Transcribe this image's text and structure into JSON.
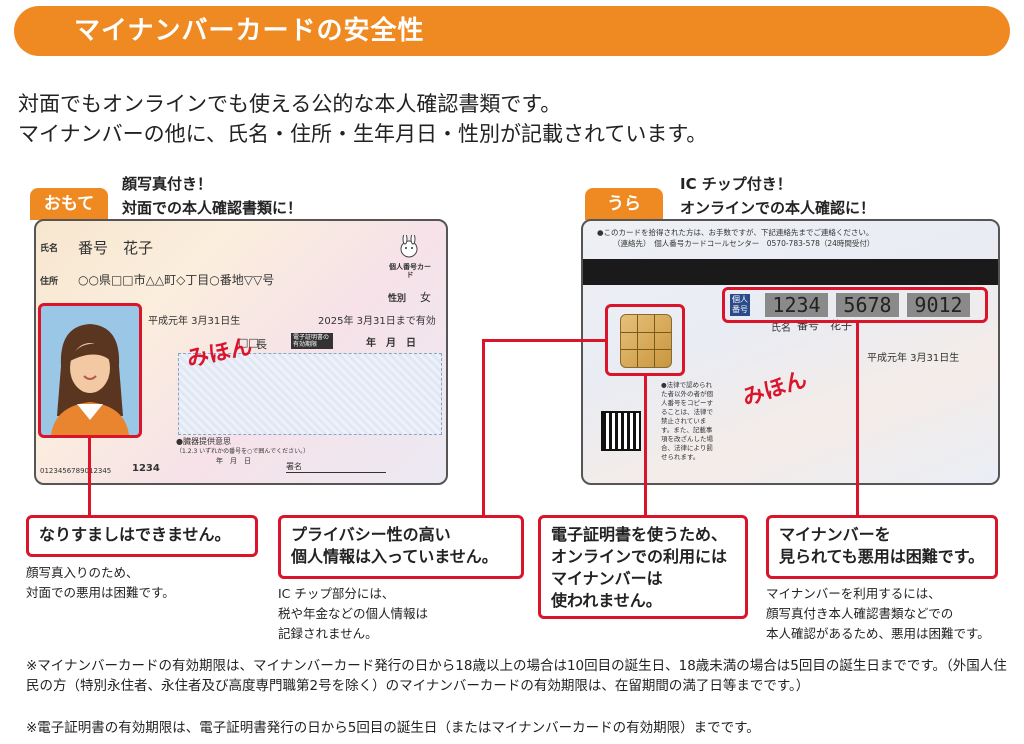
{
  "header": {
    "title": "マイナンバーカードの安全性"
  },
  "intro": {
    "line1": "対面でもオンラインでも使える公的な本人確認書類です。",
    "line2": "マイナンバーの他に、氏名・住所・生年月日・性別が記載されています。"
  },
  "front": {
    "tag": "おもて",
    "caption1": "顔写真付き！",
    "caption2": "対面での本人確認書類に！",
    "name_label": "氏名",
    "name_value": "番号　花子",
    "address_label": "住所",
    "address_value": "○○県□□市△△町◇丁目○番地▽▽号",
    "logo_text": "個人番号カード",
    "sex_label": "性別",
    "sex_value": "女",
    "birth": "平成元年 3月31日生",
    "expiry": "2025年 3月31日まで有効",
    "mark1": "□□",
    "mark2": "長",
    "cert_label": "電子証明書の有効期限",
    "ymd": "年　月　日",
    "mihon": "みほん",
    "footer_text": "●臓器提供意思",
    "footer_small": "（1.2.3 いずれかの番号を○で囲んでください。）",
    "serial": "0123456789012345",
    "code": "1234",
    "date_labels": "年　月　日",
    "sign_label": "署名"
  },
  "back": {
    "tag": "うら",
    "caption1": "IC チップ付き！",
    "caption2": "オンラインでの本人確認に！",
    "top_line1": "●このカードを拾得された方は、お手数ですが、下記連絡先までご連絡ください。",
    "top_line2": "（連絡先）　個人番号カードコールセンター　0570-783-578（24時間受付）",
    "number_label": "個人番号",
    "number_parts": [
      "1234",
      "5678",
      "9012"
    ],
    "name_label": "氏名",
    "name_value": "番号　花子",
    "birth": "平成元年 3月31日生",
    "mihon": "みほん",
    "notice": "●法律で認められた者以外の者が個人番号をコピーすることは、法律で禁止されています。また、記載事項を改ざんした場合、法律により罰せられます。"
  },
  "callouts": {
    "c1": "なりすましはできません。",
    "c2_line1": "プライバシー性の高い",
    "c2_line2": "個人情報は入っていません。",
    "c3_line1": "電子証明書を使うため、",
    "c3_line2": "オンラインでの利用には",
    "c3_line3": "マイナンバーは",
    "c3_line4": "使われません。",
    "c4_line1": "マイナンバーを",
    "c4_line2": "見られても悪用は困難です。"
  },
  "notes": {
    "n1_line1": "顔写真入りのため、",
    "n1_line2": "対面での悪用は困難です。",
    "n2_line1": "IC チップ部分には、",
    "n2_line2": "税や年金などの個人情報は",
    "n2_line3": "記録されません。",
    "n4_line1": "マイナンバーを利用するには、",
    "n4_line2": "顔写真付き本人確認書類などでの",
    "n4_line3": "本人確認があるため、悪用は困難です。"
  },
  "footnotes": {
    "f1": "※マイナンバーカードの有効期限は、マイナンバーカード発行の日から18歳以上の場合は10回目の誕生日、18歳未満の場合は5回目の誕生日までです。（外国人住民の方（特別永住者、永住者及び高度専門職第2号を除く）のマイナンバーカードの有効期限は、在留期間の満了日等までです。）",
    "f2": "※電子証明書の有効期限は、電子証明書発行の日から5回目の誕生日（またはマイナンバーカードの有効期限）までです。"
  },
  "colors": {
    "accent": "#ef8a22",
    "highlight": "#d9142b"
  }
}
